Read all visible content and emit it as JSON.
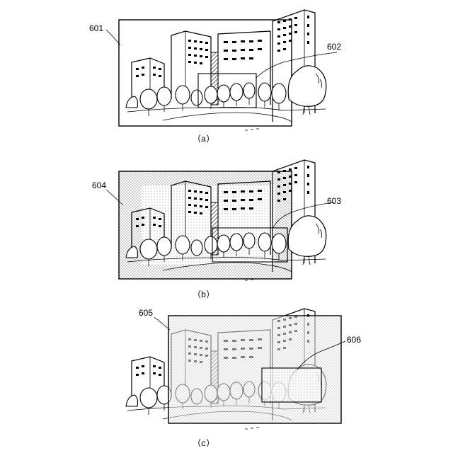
{
  "panels": [
    {
      "caption": "（a）",
      "labels": [
        {
          "text": "601"
        },
        {
          "text": "602"
        }
      ]
    },
    {
      "caption": "（b）",
      "labels": [
        {
          "text": "604"
        },
        {
          "text": "603"
        }
      ]
    },
    {
      "caption": "（c）",
      "labels": [
        {
          "text": "605"
        },
        {
          "text": "606"
        }
      ]
    }
  ]
}
